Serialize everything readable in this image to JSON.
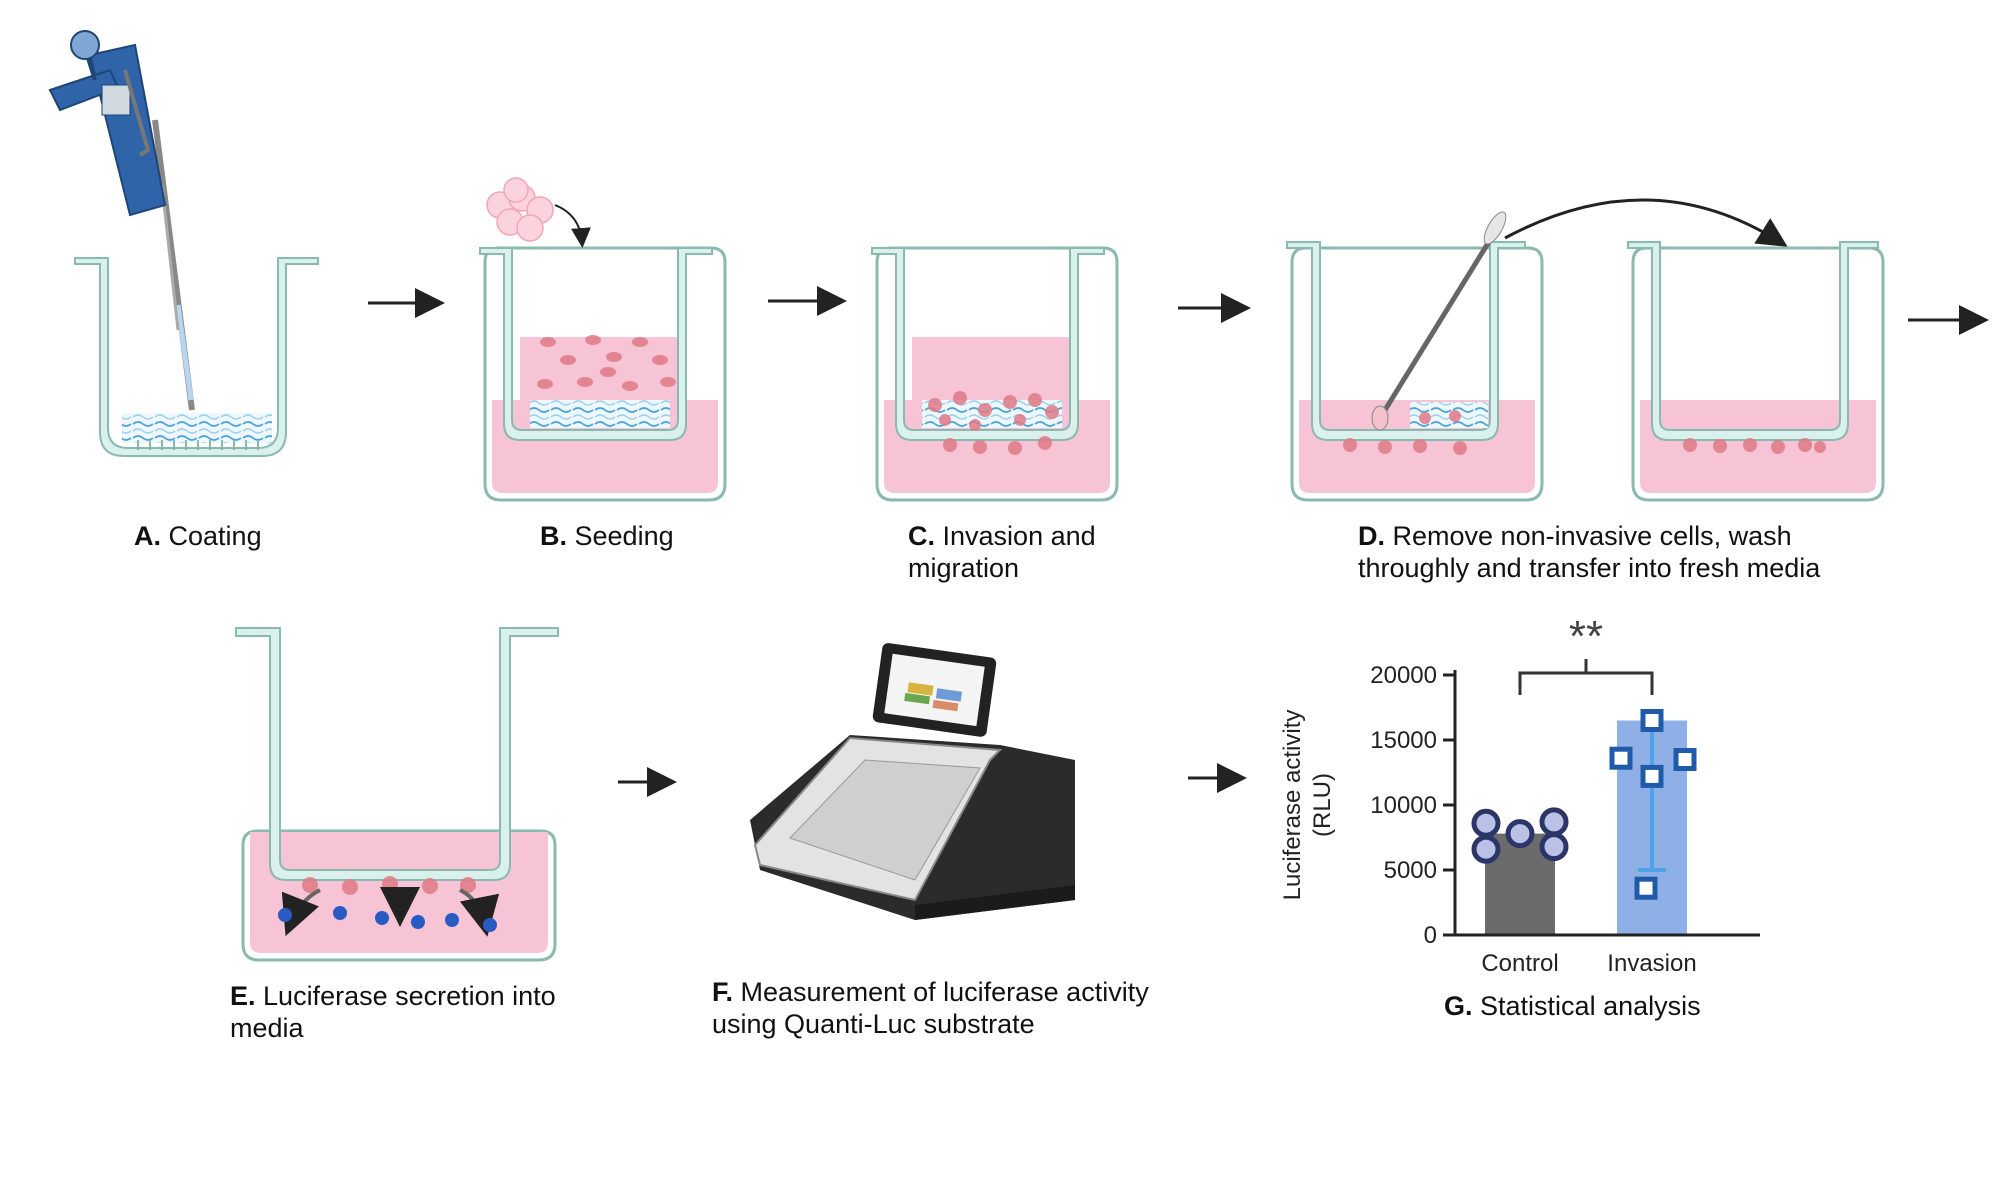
{
  "steps": [
    {
      "letter": "A.",
      "text": "Coating"
    },
    {
      "letter": "B.",
      "text": "Seeding"
    },
    {
      "letter": "C.",
      "text": "Invasion and",
      "text2": "migration"
    },
    {
      "letter": "D.",
      "text": "Remove non-invasive cells, wash",
      "text2": "throughly and transfer into fresh media"
    },
    {
      "letter": "E.",
      "text": "Luciferase secretion into",
      "text2": "media"
    },
    {
      "letter": "F.",
      "text": "Measurement of luciferase activity",
      "text2": "using Quanti-Luc substrate"
    },
    {
      "letter": "G.",
      "text": "Statistical analysis"
    }
  ],
  "colors": {
    "media": "#f7c4d6",
    "insert_wall": "#daf0ec",
    "insert_stroke": "#8ab9b0",
    "matrix": "#4aa3d9",
    "cell": "#e07a86",
    "secreted": "#2a5bc4",
    "arrow": "#222222",
    "control_bar": "#6b6b6b",
    "invasion_bar": "#8fb0e6"
  },
  "icons": [
    "pipette-icon",
    "cell-cluster-icon",
    "cotton-swab-icon",
    "plate-reader-icon"
  ],
  "chart_data": {
    "type": "bar",
    "categories": [
      "Control",
      "Invasion"
    ],
    "values": [
      7800,
      16500
    ],
    "points": [
      {
        "category": "Control",
        "values": [
          8600,
          8700,
          7800,
          6600,
          6800
        ]
      },
      {
        "category": "Invasion",
        "values": [
          16500,
          13600,
          13500,
          12200,
          3600
        ]
      }
    ],
    "error_bars": [
      null,
      {
        "low": 5000,
        "high": 16500
      }
    ],
    "significance": "**",
    "xlabel": "",
    "ylabel": "Luciferase activity",
    "ylabel2": "(RLU)",
    "ylim": [
      0,
      20000
    ],
    "yticks": [
      0,
      5000,
      10000,
      15000,
      20000
    ]
  }
}
